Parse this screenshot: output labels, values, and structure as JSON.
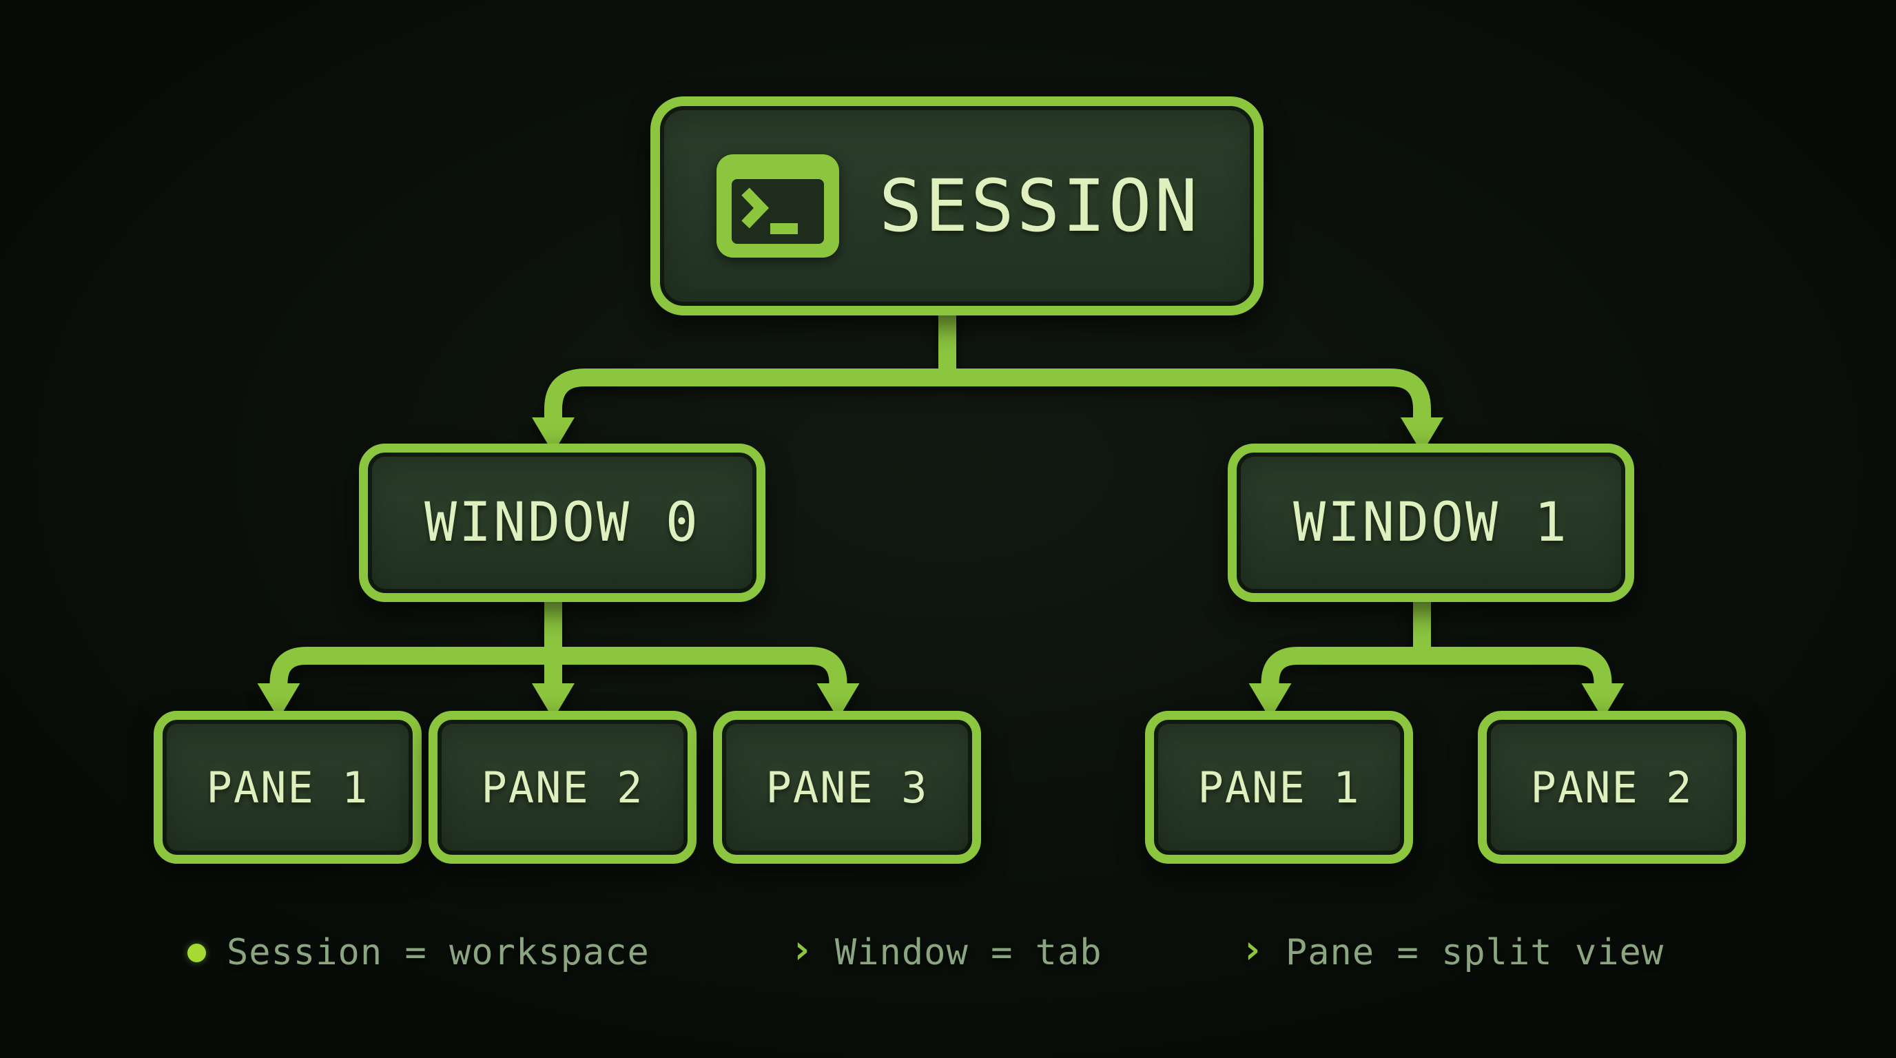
{
  "diagram": {
    "session": {
      "label": "SESSION",
      "icon": "terminal-icon"
    },
    "windows": [
      {
        "label": "WINDOW 0",
        "panes": [
          "PANE 1",
          "PANE 2",
          "PANE 3"
        ]
      },
      {
        "label": "WINDOW 1",
        "panes": [
          "PANE 1",
          "PANE 2"
        ]
      }
    ],
    "legend": [
      {
        "marker": "dot-icon",
        "text": "Session = workspace"
      },
      {
        "marker": "chevron-icon",
        "text": "Window = tab"
      },
      {
        "marker": "chevron-icon",
        "text": "Pane = split view"
      }
    ],
    "colors": {
      "background": "#0b100b",
      "node_fill": "#263726",
      "accent": "#8cc53e",
      "node_text": "#def0be",
      "legend_text": "#8aa57f",
      "bullet": "#a6d934"
    }
  }
}
